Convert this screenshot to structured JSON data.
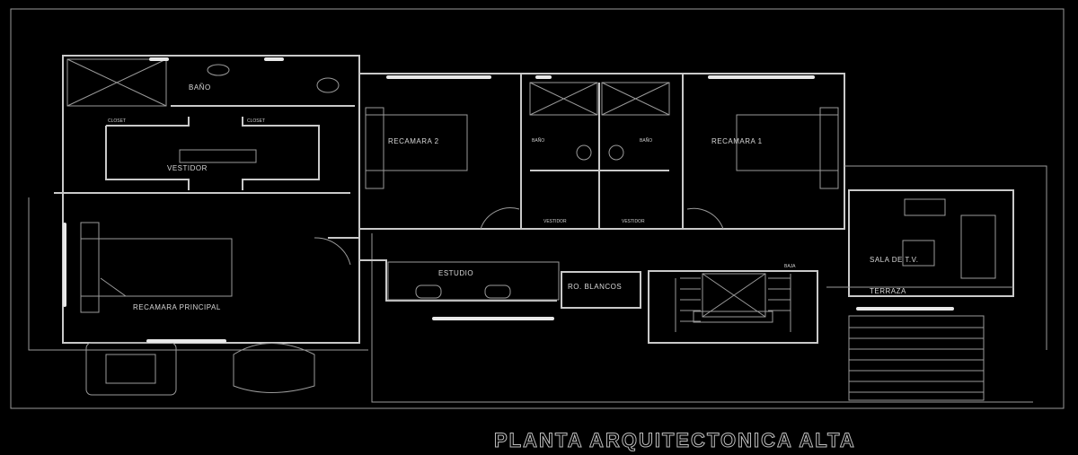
{
  "title": "PLANTA ARQUITECTONICA ALTA",
  "rooms": {
    "bano_master": "BAÑO",
    "closet_left": "CLOSET",
    "closet_right": "CLOSET",
    "vestidor": "VESTIDOR",
    "recamara_principal": "RECAMARA PRINCIPAL",
    "recamara_2": "RECAMARA 2",
    "bano_2": "BAÑO",
    "bano_1": "BAÑO",
    "recamara_1": "RECAMARA 1",
    "vestidor_2": "VESTIDOR",
    "vestidor_1": "VESTIDOR",
    "estudio": "ESTUDIO",
    "blancos": "RO. BLANCOS",
    "sala_tv": "SALA DE T.V.",
    "terraza": "TERRAZA",
    "baja": "BAJA"
  },
  "colors": {
    "background": "#000000",
    "lines": "#c9c9c9"
  }
}
